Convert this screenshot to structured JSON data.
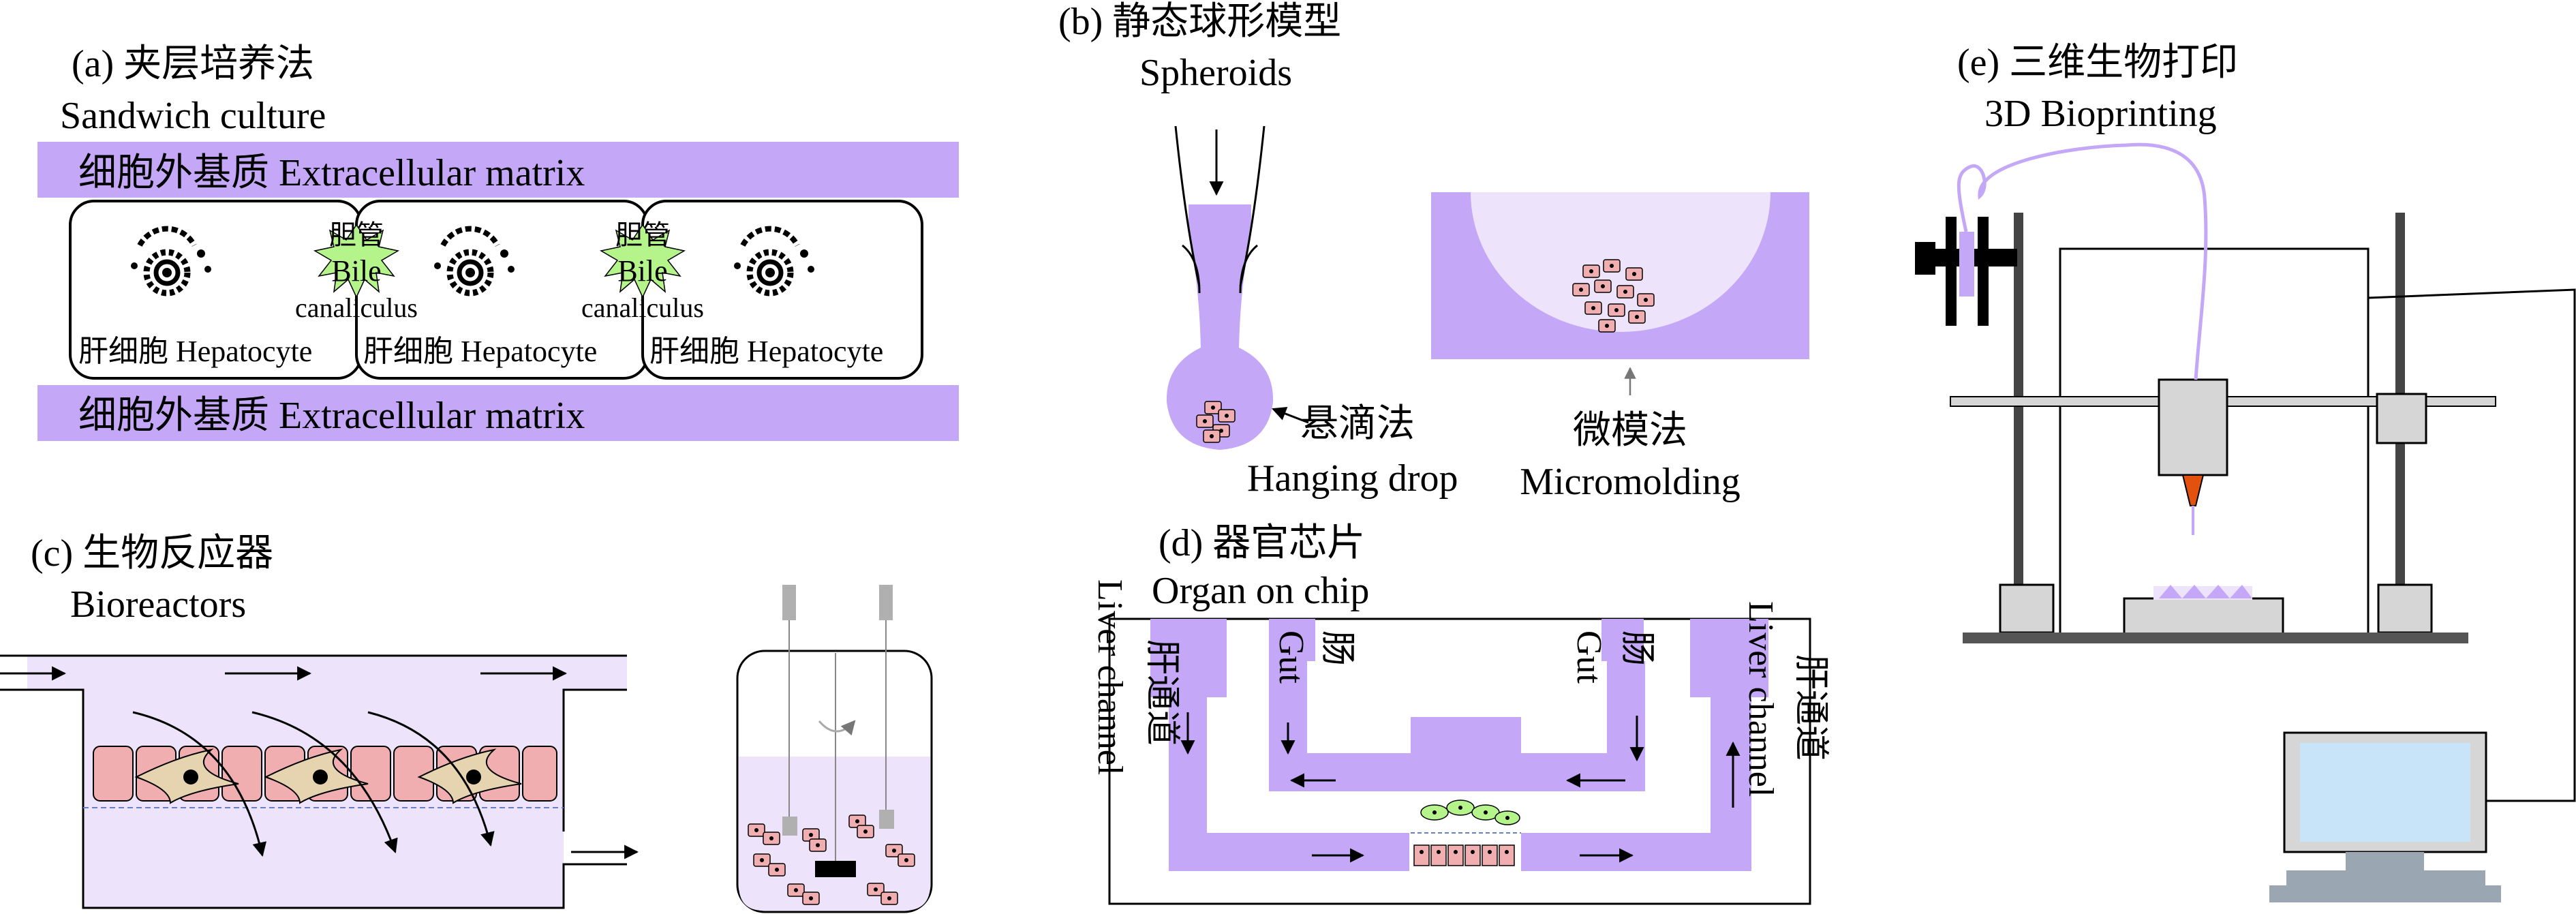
{
  "panels": {
    "a": {
      "title_cn": "(a) 夹层培养法",
      "title_en": "Sandwich culture",
      "matrix_top": "细胞外基质 Extracellular matrix",
      "matrix_bottom": "细胞外基质 Extracellular matrix",
      "cells": [
        {
          "label": "肝细胞 Hepatocyte"
        },
        {
          "label": "肝细胞 Hepatocyte"
        },
        {
          "label": "肝细胞 Hepatocyte"
        }
      ],
      "bile_cn": "胆管",
      "bile_en_1": "Bile",
      "bile_en_2": "canaliculus"
    },
    "b": {
      "title_cn": "(b) 静态球形模型",
      "title_en": "Spheroids",
      "hanging_cn": "悬滴法",
      "hanging_en": "Hanging drop",
      "micro_cn": "微模法",
      "micro_en": "Micromolding"
    },
    "c": {
      "title_cn": "(c) 生物反应器",
      "title_en": "Bioreactors"
    },
    "d": {
      "title_cn": "(d) 器官芯片",
      "title_en": "Organ on chip",
      "liver_left_cn": "肝通道",
      "liver_left_en": "Liver channel",
      "gut_left_en": "Gut",
      "gut_left_cn": "肠",
      "gut_right_en": "Gut",
      "gut_right_cn": "肠",
      "liver_right_en": "Liver channel",
      "liver_right_cn": "肝通道"
    },
    "e": {
      "title_cn": "(e) 三维生物打印",
      "title_en": "3D Bioprinting"
    }
  },
  "colors": {
    "matrix": "#c4a7f7",
    "light_purple": "#ede3fb",
    "cell_pink": "#f1aeb0",
    "bile_green": "#b4f48a",
    "fibroblast": "#e6d3b0",
    "gray": "#d6d6d6",
    "nozzle": "#e2520e"
  }
}
